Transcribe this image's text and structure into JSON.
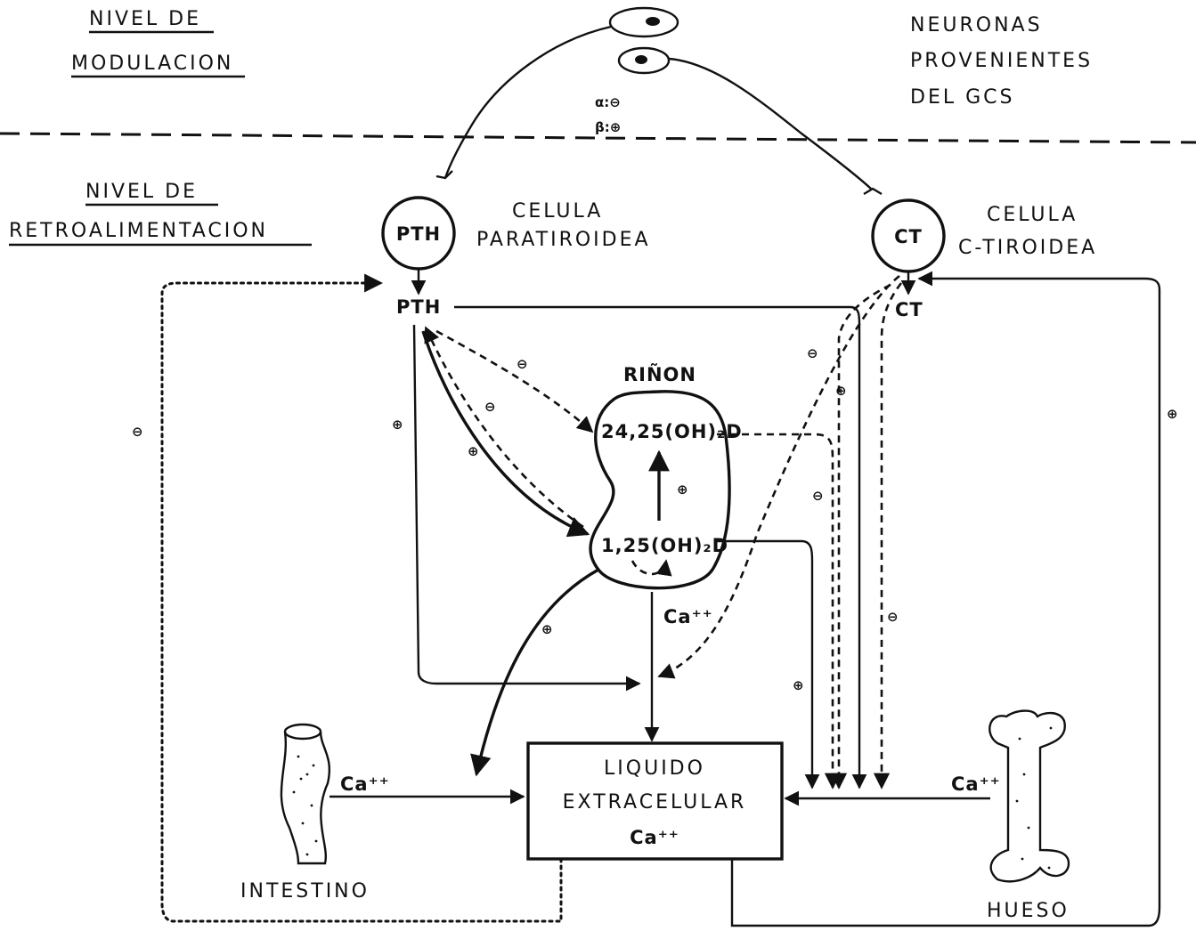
{
  "levels": {
    "modulation": [
      "NIVEL DE",
      "MODULACION"
    ],
    "feedback": [
      "NIVEL DE",
      "RETROALIMENTACION"
    ]
  },
  "neurons": [
    "NEURONAS",
    "PROVENIENTES",
    "DEL GCS"
  ],
  "receptors": {
    "alpha": "α:⊖",
    "beta": "β:⊕"
  },
  "cells": {
    "pth_circle": "PTH",
    "pth_label": [
      "CELULA",
      "PARATIROIDEA"
    ],
    "ct_circle": "CT",
    "ct_label": [
      "CELULA",
      "C-TIROIDEA"
    ]
  },
  "hormones": {
    "pth": "PTH",
    "ct": "CT"
  },
  "kidney": {
    "title": "RIÑON",
    "metabolite_24": "24,25(OH)₂D",
    "metabolite_1": "1,25(OH)₂D"
  },
  "ecf": [
    "LIQUIDO",
    "EXTRACELULAR",
    "Ca⁺⁺"
  ],
  "organs": {
    "intestine": "INTESTINO",
    "bone": "HUESO"
  },
  "calcium": "Ca⁺⁺",
  "signs": {
    "plus": "⊕",
    "minus": "⊖"
  }
}
